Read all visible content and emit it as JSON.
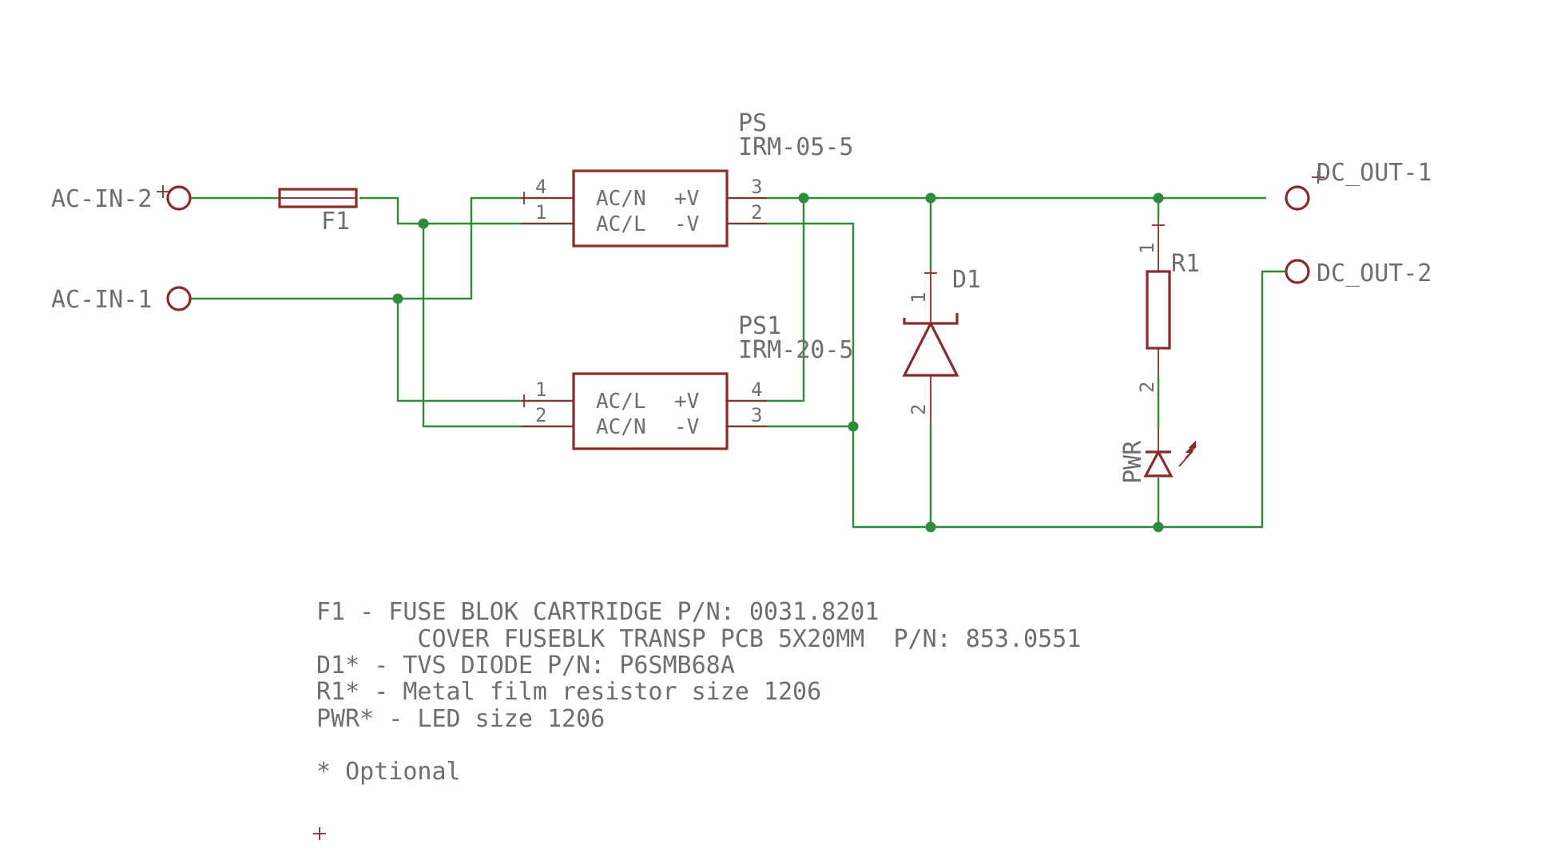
{
  "colors": {
    "wire": "#2e8b3a",
    "symbol": "#8b2a2a",
    "text": "#6e6e6e"
  },
  "connectors": {
    "ac_in_2": "AC-IN-2",
    "ac_in_1": "AC-IN-1",
    "dc_out_1": "DC_OUT-1",
    "dc_out_2": "DC_OUT-2"
  },
  "fuse": {
    "name": "F1"
  },
  "ps": {
    "name": "PS",
    "model": "IRM-05-5",
    "left_top": "AC/N",
    "right_top": "+V",
    "left_bottom": "AC/L",
    "right_bottom": "-V",
    "pins": {
      "in_top": "4",
      "in_bottom": "1",
      "out_top": "3",
      "out_bottom": "2"
    }
  },
  "ps1": {
    "name": "PS1",
    "model": "IRM-20-5",
    "left_top": "AC/L",
    "right_top": "+V",
    "left_bottom": "AC/N",
    "right_bottom": "-V",
    "pins": {
      "in_top": "1",
      "in_bottom": "2",
      "out_top": "4",
      "out_bottom": "3"
    }
  },
  "d1": {
    "name": "D1",
    "pin_top": "1",
    "pin_bottom": "2"
  },
  "r1": {
    "name": "R1",
    "pin_top": "1",
    "pin_bottom": "2"
  },
  "led": {
    "name": "PWR"
  },
  "notes": [
    "F1 - FUSE BLOK CARTRIDGE P/N: 0031.8201",
    "       COVER FUSEBLK TRANSP PCB 5X20MM  P/N: 853.0551",
    "D1* - TVS DIODE P/N: P6SMB68A",
    "R1* - Metal film resistor size 1206",
    "PWR* - LED size 1206",
    "* Optional"
  ]
}
